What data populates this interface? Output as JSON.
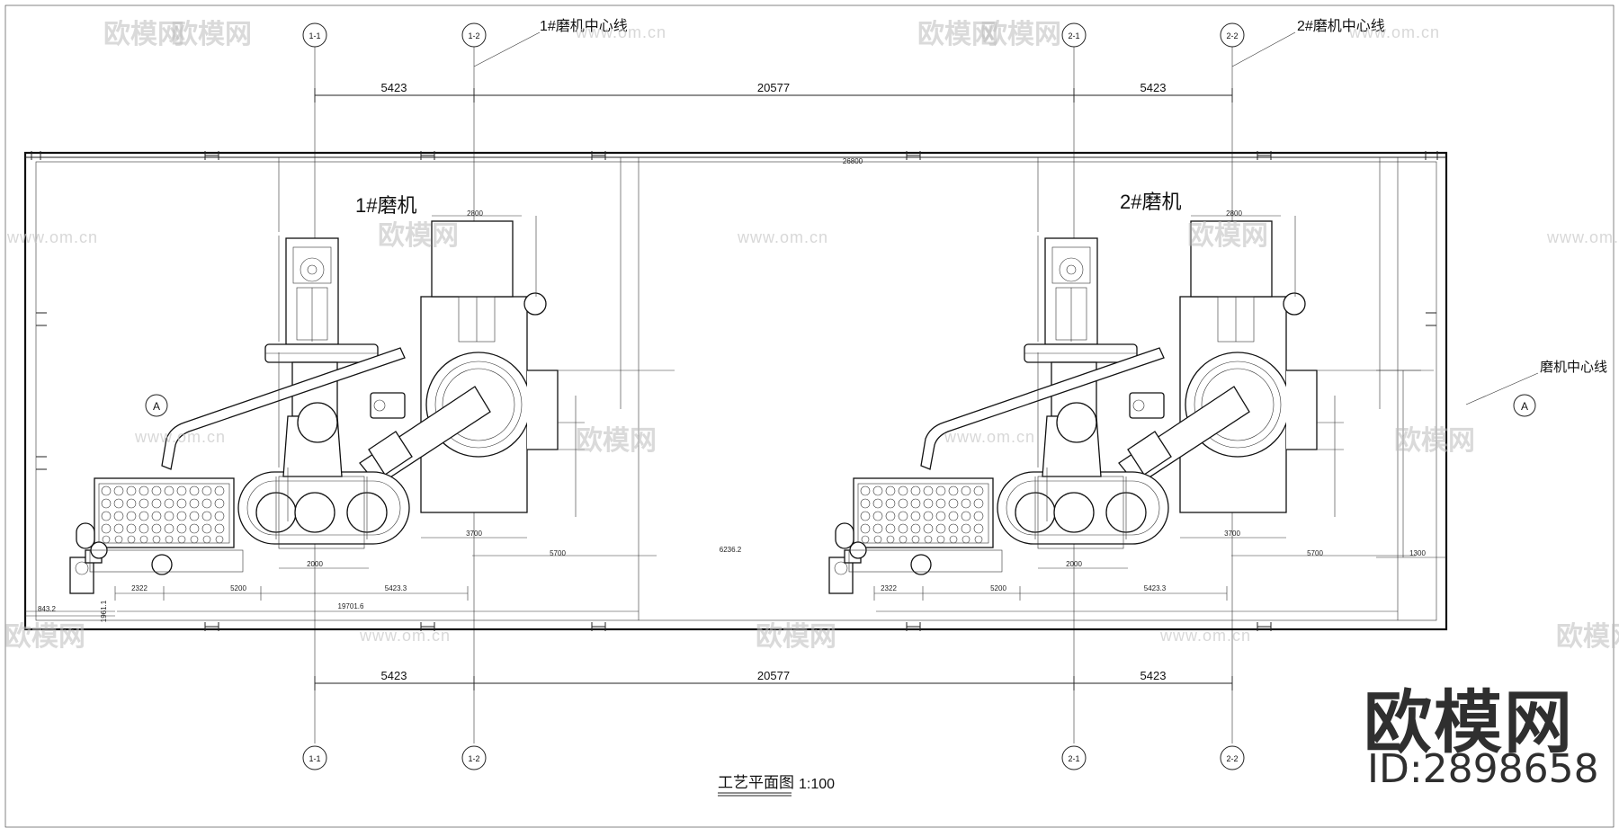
{
  "drawing": {
    "title": "工艺平面图",
    "scale": "1:100",
    "mill1_label": "1#磨机",
    "mill2_label": "2#磨机",
    "mill1_centerline": "1#磨机中心线",
    "mill2_centerline": "2#磨机中心线",
    "mill_centerline": "磨机中心线",
    "section_mark": "A"
  },
  "axes": [
    "1-1",
    "1-2",
    "2-1",
    "2-2"
  ],
  "dimensions": {
    "top": [
      "5423",
      "20577",
      "5423"
    ],
    "bottom": [
      "5423",
      "20577",
      "5423"
    ],
    "inner": {
      "overall_width": "26800",
      "mill_length": "6236.2",
      "span_5700": "5700",
      "span_1300": "1300",
      "d_2322": "2322",
      "d_5200": "5200",
      "d_5423_3": "5423.3",
      "d_19701": "19701.6",
      "d_2800": "2800",
      "d_2000": "2000",
      "d_3700": "3700",
      "d_843": "843.2",
      "d_1961": "1961.1"
    }
  },
  "watermarks": {
    "brand": "欧模网",
    "url": "www.om.cn"
  },
  "logo": {
    "brand": "欧模网",
    "id": "ID:2898658"
  }
}
